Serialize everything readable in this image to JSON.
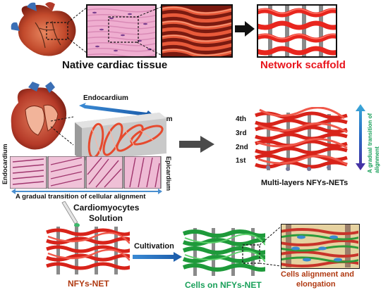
{
  "row1": {
    "native_label": "Native cardiac tissue",
    "scaffold_label": "Network scaffold"
  },
  "row2": {
    "endocardium": "Endocardium",
    "epicardium": "Epicardium",
    "strip_left": "Endocardium",
    "strip_right": "Epicardium",
    "gradual_caption": "A gradual transition of cellular alignment",
    "layers": [
      "4th",
      "3rd",
      "2nd",
      "1st"
    ],
    "vertical_label": "A gradual transition of alignment",
    "multilayer_label": "Multi-layers NFYs-NETs"
  },
  "row3": {
    "solution_label_1": "Cardiomyocytes",
    "solution_label_2": "Solution",
    "cultivation": "Cultivation",
    "net_label": "NFYs-NET",
    "cells_label": "Cells on NFYs-NET",
    "alignment_label_1": "Cells alignment and",
    "alignment_label_2": "elongation"
  },
  "colors": {
    "red_label": "#e8141c",
    "green_label": "#1aa05a",
    "brown_label": "#b03a12",
    "arrow_blue": "#2a78c4",
    "arrow_gray": "#4a4a4a"
  }
}
